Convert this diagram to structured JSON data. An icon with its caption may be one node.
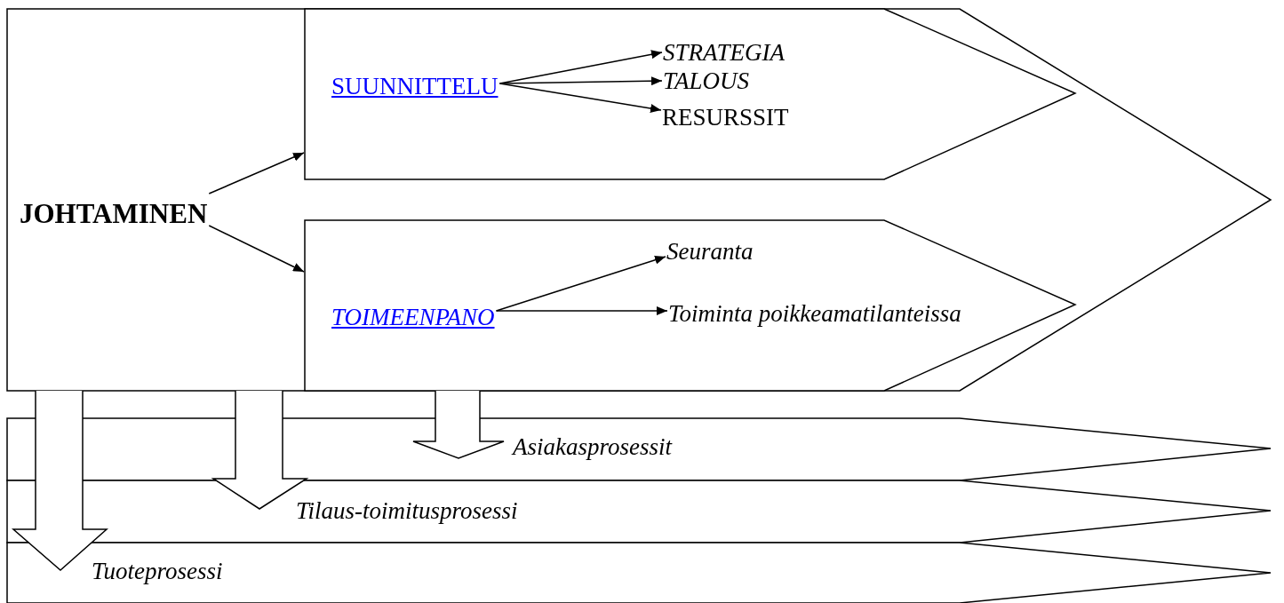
{
  "diagram": {
    "nodes": [
      {
        "text": [],
        "shape": "chevron"
      },
      {
        "text": [
          "JOHTAMINEN"
        ],
        "in": 0
      },
      {
        "text": [],
        "shape": "chevron",
        "in": 0
      },
      {
        "text": [
          "SUUNNITTELU"
        ],
        "in": 2
      },
      {
        "text": [
          "STRATEGIA"
        ],
        "in": 2
      },
      {
        "text": [
          "TALOUS"
        ],
        "in": 2
      },
      {
        "text": [
          "RESURSSIT"
        ],
        "in": 2
      },
      {
        "text": [],
        "shape": "chevron",
        "in": 0
      },
      {
        "text": [
          "TOIMEENPANO"
        ],
        "in": 7
      },
      {
        "text": [
          "Seuranta"
        ],
        "in": 7
      },
      {
        "text": [
          "Toiminta poikkeamatilanteissa"
        ],
        "in": 7
      },
      {
        "text": [
          "Asiakasprosessit"
        ]
      },
      {
        "text": [
          "Tilaus-toimitusprosessi"
        ]
      },
      {
        "text": [
          "Tuoteprosessi"
        ]
      }
    ],
    "edges": [
      {
        "from": 1,
        "to": 2,
        "arrow": "to"
      },
      {
        "from": 1,
        "to": 7,
        "arrow": "to"
      },
      {
        "from": 3,
        "to": 4,
        "arrow": "to"
      },
      {
        "from": 3,
        "to": 5,
        "arrow": "to"
      },
      {
        "from": 3,
        "to": 6,
        "arrow": "to"
      },
      {
        "from": 8,
        "to": 9,
        "arrow": "to"
      },
      {
        "from": 8,
        "to": 10,
        "arrow": "to"
      },
      {
        "from": 7,
        "to": 11,
        "arrow": "to",
        "style": "thick"
      },
      {
        "from": 0,
        "to": 12,
        "arrow": "to",
        "style": "thick"
      },
      {
        "from": 0,
        "to": 13,
        "arrow": "to",
        "style": "thick"
      }
    ]
  }
}
